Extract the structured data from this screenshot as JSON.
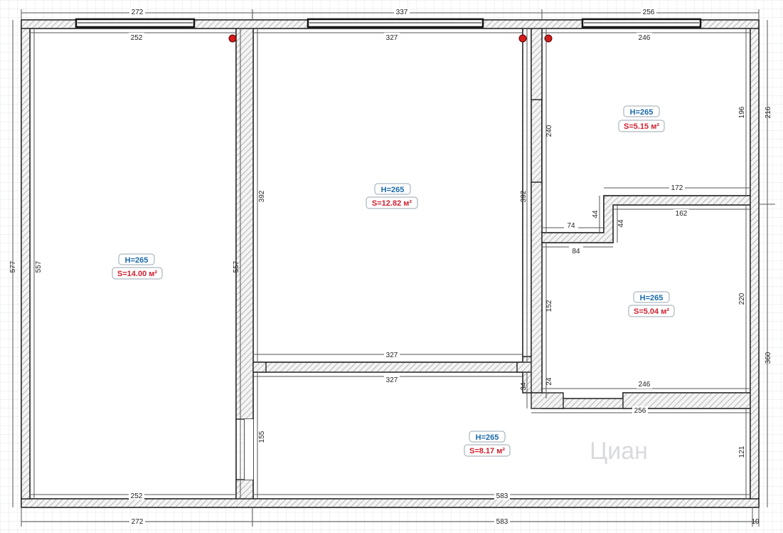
{
  "rooms": [
    {
      "id": "room-1",
      "height_label": "H=265",
      "area_label": "S=14.00 м²"
    },
    {
      "id": "room-2",
      "height_label": "H=265",
      "area_label": "S=12.82 м²"
    },
    {
      "id": "room-3",
      "height_label": "H=265",
      "area_label": "S=5.15 м²"
    },
    {
      "id": "room-4",
      "height_label": "H=265",
      "area_label": "S=5.04 м²"
    },
    {
      "id": "room-5",
      "height_label": "H=265",
      "area_label": "S=8.17 м²"
    }
  ],
  "dimensions": {
    "outer_top_left": "272",
    "outer_top_mid": "337",
    "outer_top_right": "256",
    "outer_bottom_left": "272",
    "outer_bottom_mid": "583",
    "outer_bottom_corner": "10",
    "outer_left": "577",
    "outer_right_top": "216",
    "outer_right_bottom": "360",
    "room1_top": "252",
    "room1_bottom": "252",
    "room1_left": "557",
    "room1_right": "557",
    "room2_top": "327",
    "room2_bottom": "327",
    "room2_left": "392",
    "room2_right": "392",
    "room3_top": "246",
    "room3_right": "196",
    "room3_left": "240",
    "step_172": "172",
    "step_44a": "44",
    "step_44b": "44",
    "step_74": "74",
    "step_84": "84",
    "room4_top": "162",
    "room4_left": "152",
    "room4_right": "220",
    "room4_bottom": "246",
    "room4_24": "24",
    "hall_top": "327",
    "hall_34": "34",
    "hall_256": "256",
    "hall_left": "155",
    "hall_right": "121",
    "hall_bottom": "583"
  },
  "watermark": "Циан"
}
